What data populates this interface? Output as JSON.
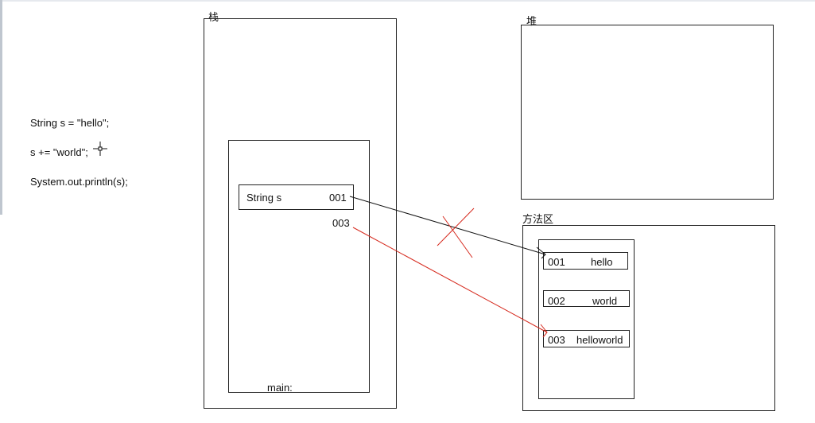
{
  "code": {
    "line1": "String s = \"hello\";",
    "line2": "s += \"world\";",
    "line3": "System.out.println(s);"
  },
  "stack": {
    "title": "栈",
    "frame_label": "main:",
    "var_name": "String s",
    "old_addr": "001",
    "new_addr": "003"
  },
  "heap": {
    "title": "堆"
  },
  "method_area": {
    "title": "方法区",
    "entries": [
      {
        "addr": "001",
        "value": "hello"
      },
      {
        "addr": "002",
        "value": "world"
      },
      {
        "addr": "003",
        "value": "helloworld"
      }
    ]
  },
  "colors": {
    "line_black": "#111111",
    "line_red": "#d62a1e",
    "border": "#222222"
  }
}
